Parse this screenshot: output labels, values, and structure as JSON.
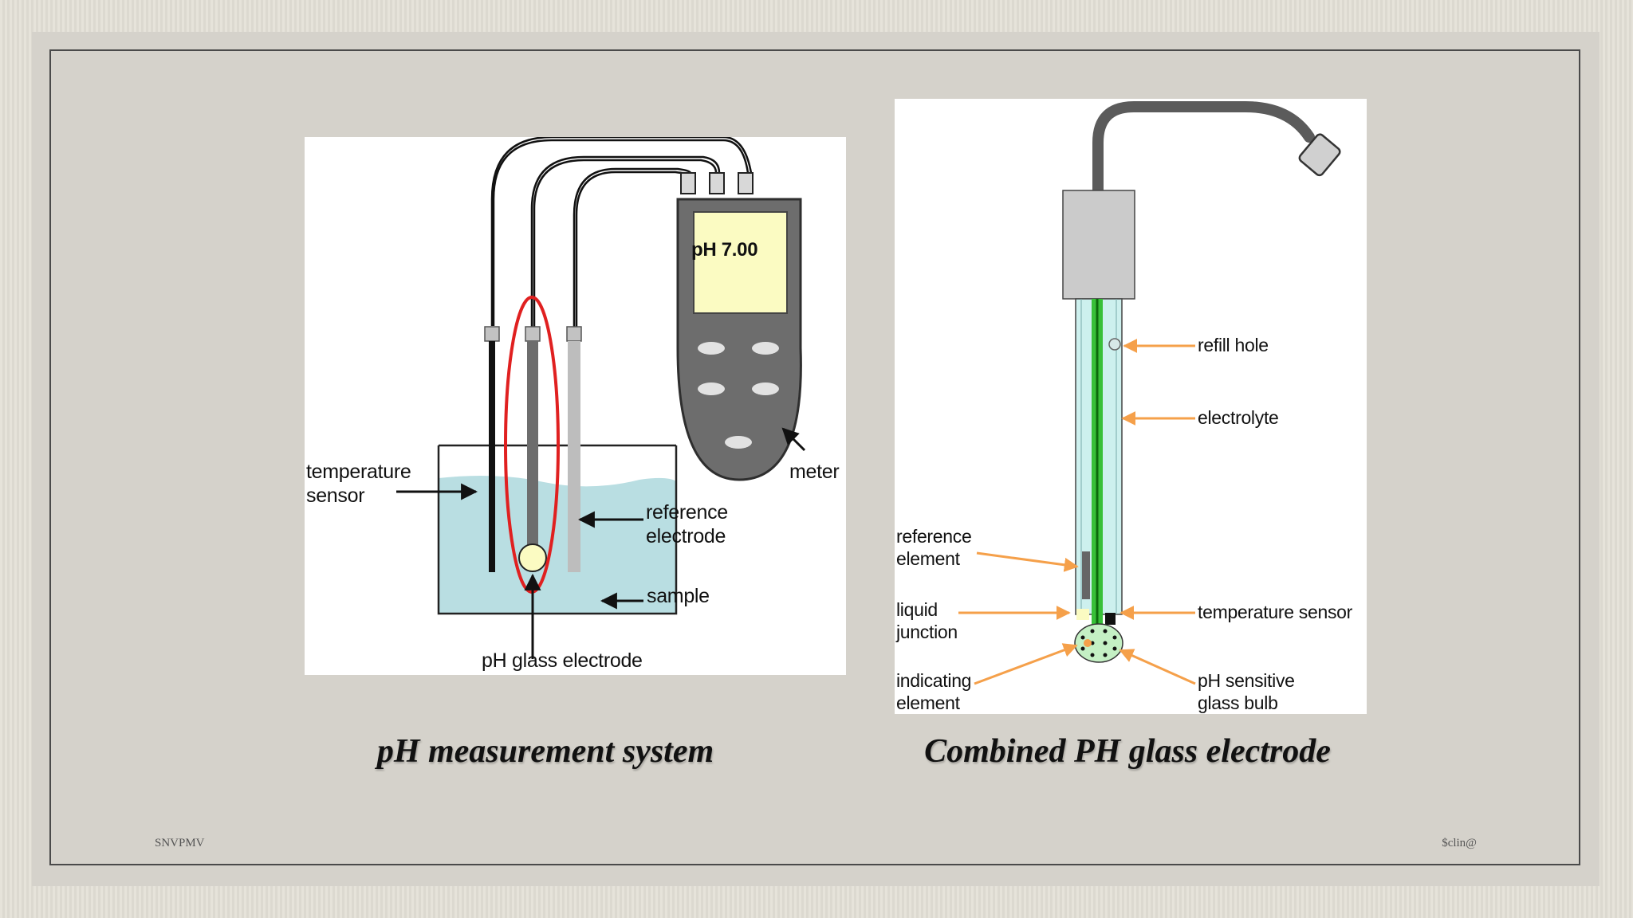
{
  "left_diagram": {
    "display_value": "pH 7.00",
    "labels": {
      "temperature_sensor": "temperature\nsensor",
      "reference_electrode": "reference\nelectrode",
      "sample": "sample",
      "ph_glass_electrode": "pH glass electrode",
      "meter": "meter"
    },
    "caption": "pH measurement system"
  },
  "right_diagram": {
    "labels": {
      "refill_hole": "refill hole",
      "electrolyte": "electrolyte",
      "reference_element": "reference\nelement",
      "liquid_junction": "liquid\njunction",
      "temperature_sensor": "temperature sensor",
      "indicating_element": "indicating\nelement",
      "ph_sensitive_glass_bulb": "pH sensitive\nglass bulb"
    },
    "caption": "Combined PH glass electrode"
  },
  "footer": {
    "left": "SNVPMV",
    "right": "$clin@"
  },
  "colors": {
    "annotation_arrow": "#f5a04a",
    "highlight_ring": "#e02020",
    "display": "#fbfbc2",
    "sample_liquid": "#b9dee2",
    "electrolyte": "#cdf0ee",
    "inner_tube": "#38c038"
  }
}
